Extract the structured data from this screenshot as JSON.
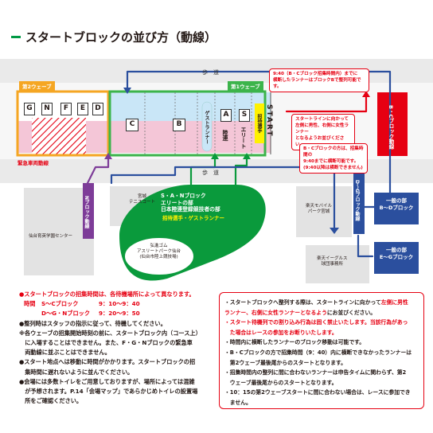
{
  "title": "スタートブロックの並び方（動線）",
  "map": {
    "road_top": "歩　道",
    "road_mid": "歩　道",
    "wave2_label": "第2ウェーブ",
    "wave1_label": "第1ウェーブ",
    "blocks_wave2": [
      "G",
      "N",
      "F",
      "E",
      "D"
    ],
    "blocks_wave1": [
      "C",
      "B"
    ],
    "block_a": "A",
    "block_a_sub": "陸連",
    "block_s": "S",
    "block_s_sub": "エリート",
    "guest_runner": "ゲストランナー",
    "invited": "招待選手",
    "start": "START",
    "emergency_lane": "緊急車両動線",
    "n_block_flow": "Nブロック動線",
    "dg_block_flow": "D～Gブロック動線",
    "bc_block_flow": "B・Cブロック動線",
    "tennis_court": "宮城\nテニスコート",
    "green_area_title": "S・A・Nブロック\nエリートの部\n日本陸連登録競技者の部",
    "green_area_sub": "招待選手・ゲストランナー",
    "athlete_park": "弘進ゴム\nアスリートパーク仙台\n(仙台市陸上競技場)",
    "sendai_center": "仙台育英学園センター",
    "rakuten_park": "楽天モバイル\nパーク宮城",
    "rakuten_eagles": "楽天イーグルス\n球団事務所",
    "general_bd": "一般の部\nB～Dブロック",
    "general_eg": "一般の部\nE～Gブロック",
    "callout_top": "9:40（B・Cブロック招集時間内）までに\n横断したランナーはブロックBで整列可能です。",
    "callout_mid": "スタートラインに向かって\n左側に男性、右側に女性ランナー\nとなるようお並びください。",
    "callout_bc": "B・Cブロックの方は、招集時間の\n9:40までに横断可能です。\n(9:40以降は横断できません)"
  },
  "notes_left": {
    "line1": "●スタートブロックの招集時間は、各待機場所によって異なります。",
    "time_label": "時間",
    "time_sc_block": "S～Cブロック",
    "time_sc": "9：10～9：40",
    "time_dg_block": "D～G・Nブロック",
    "time_dg": "9：20～9：50",
    "line2": "●整列時はスタッフの指示に従って、待機してください。",
    "line3a": "※各ウェーブの招集開始時刻の前に、スタートブロック内（コース上）",
    "line3b": "　に入場することはできません。また、F・G・Nブロックの緊急車",
    "line3c": "　両動線に並ぶことはできません。",
    "line4a": "●スタート地点へは移動に時間がかかります。スタートブロックの招",
    "line4b": "　集時間に遅れないように並んでください。",
    "line5a": "●会場には多数トイレをご用意しておりますが、場所によっては混雑",
    "line5b": "　が予想されます。P.14「会場マップ」であらかじめトイレの設置場",
    "line5c": "　所をご確認ください。"
  },
  "notes_right": {
    "line1a": "・スタートブロックへ整列する際は、スタートラインに向かって",
    "line1_red1": "左側に男性",
    "line1_red2": "ランナー、右側に女性ランナーとなるよう",
    "line1_end": "にお並びください。",
    "line2a": "・スタート待機列での割り込み行為は固く禁止いたします。当該行為があっ",
    "line2b": "　た場合はレースの参加をお断りいたします。",
    "line3": "・時間内に横断したランナーのブロック移動は可能です。",
    "line4a": "・B・Cブロックの方で招集時間（9：40）内に横断できなかったランナーは",
    "line4b": "　第2ウェーブ最後尾からのスタートとなります。",
    "line5a": "・招集時間内の整列に間に合わないランナーは申告タイムに関わらず、第2",
    "line5b": "　ウェーブ最後尾からのスタートとなります。",
    "line6a": "・10：15の第2ウェーブスタートに間に合わない場合は、レースに参加でき",
    "line6b": "　ません。"
  },
  "colors": {
    "wave2": "#f5a623",
    "wave1": "#3cb44b",
    "pink": "#f4c6d7",
    "light_blue": "#c9e6f7",
    "red": "#e60012",
    "blue": "#2b4f9e",
    "purple": "#7d3c98",
    "green_dark": "#0a9a3c"
  }
}
